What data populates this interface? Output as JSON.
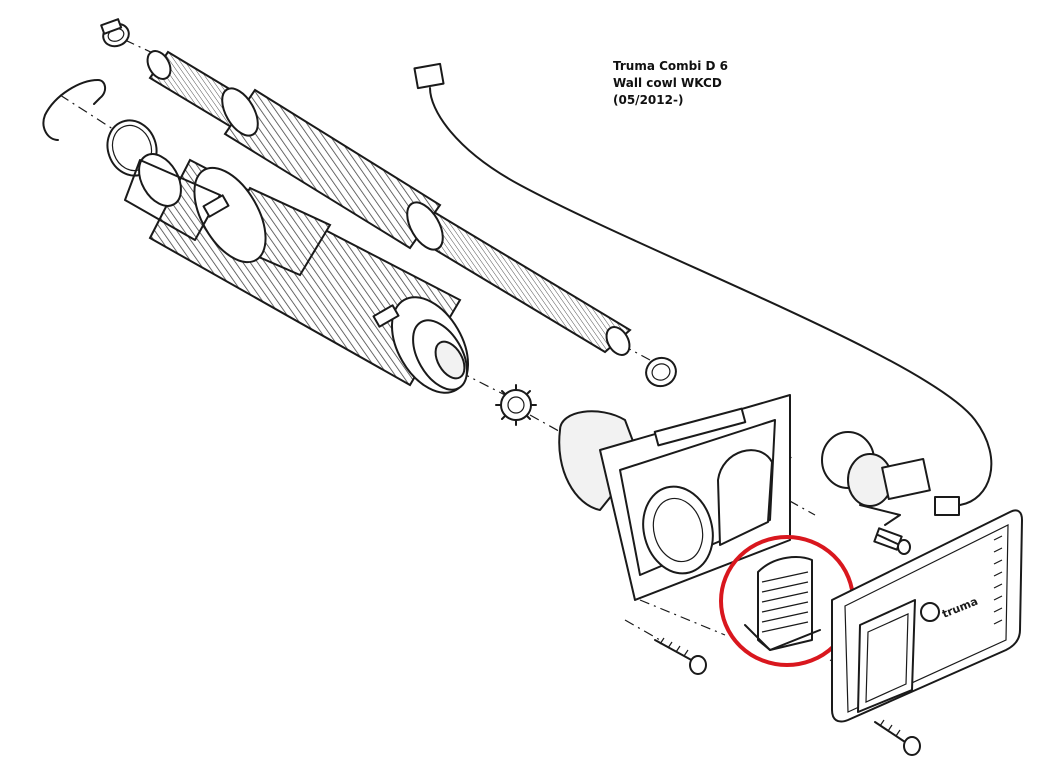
{
  "caption": {
    "line1": "Truma Combi D 6",
    "line2": "Wall cowl WKCD",
    "line3": "(05/2012-)"
  },
  "highlight": {
    "color": "#d9171e"
  },
  "brand_mark": "truma"
}
